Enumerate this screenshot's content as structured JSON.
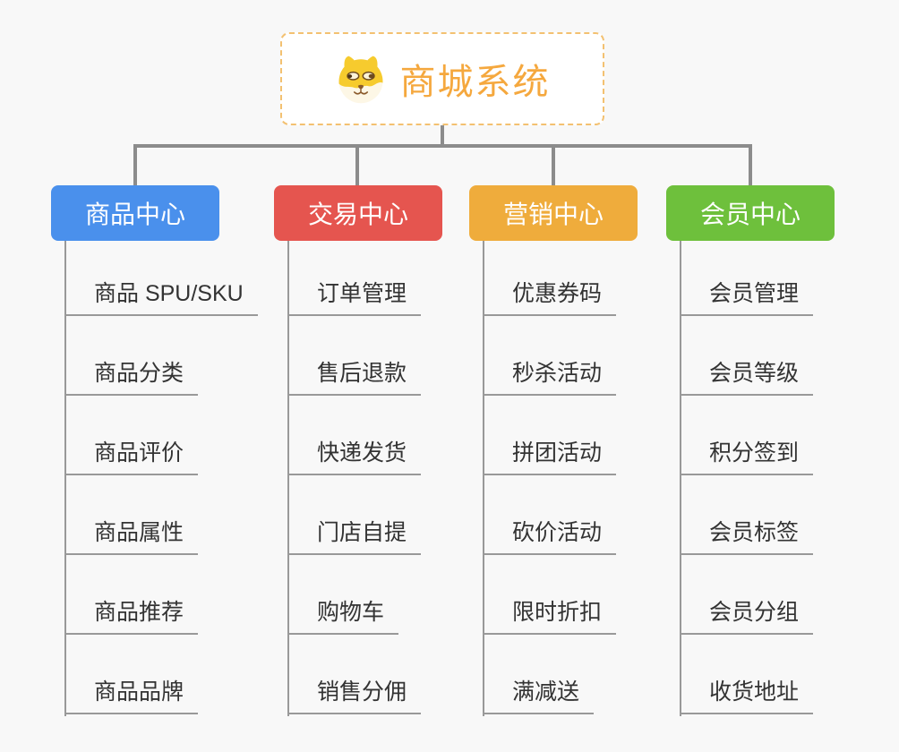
{
  "root": {
    "title": "商城系统",
    "icon": "dog-face-icon"
  },
  "colors": {
    "background": "#f8f8f8",
    "connector_line": "#8c8c8c",
    "item_underline": "#999999",
    "item_text": "#333333",
    "root_border": "#f3c171",
    "root_title_text": "#f5a83e"
  },
  "branches": [
    {
      "label": "商品中心",
      "color": "#4a90ec",
      "items": [
        "商品 SPU/SKU",
        "商品分类",
        "商品评价",
        "商品属性",
        "商品推荐",
        "商品品牌"
      ]
    },
    {
      "label": "交易中心",
      "color": "#e5554f",
      "items": [
        "订单管理",
        "售后退款",
        "快递发货",
        "门店自提",
        "购物车",
        "销售分佣"
      ]
    },
    {
      "label": "营销中心",
      "color": "#efac3c",
      "items": [
        "优惠券码",
        "秒杀活动",
        "拼团活动",
        "砍价活动",
        "限时折扣",
        "满减送"
      ]
    },
    {
      "label": "会员中心",
      "color": "#6ec03c",
      "items": [
        "会员管理",
        "会员等级",
        "积分签到",
        "会员标签",
        "会员分组",
        "收货地址"
      ]
    }
  ]
}
